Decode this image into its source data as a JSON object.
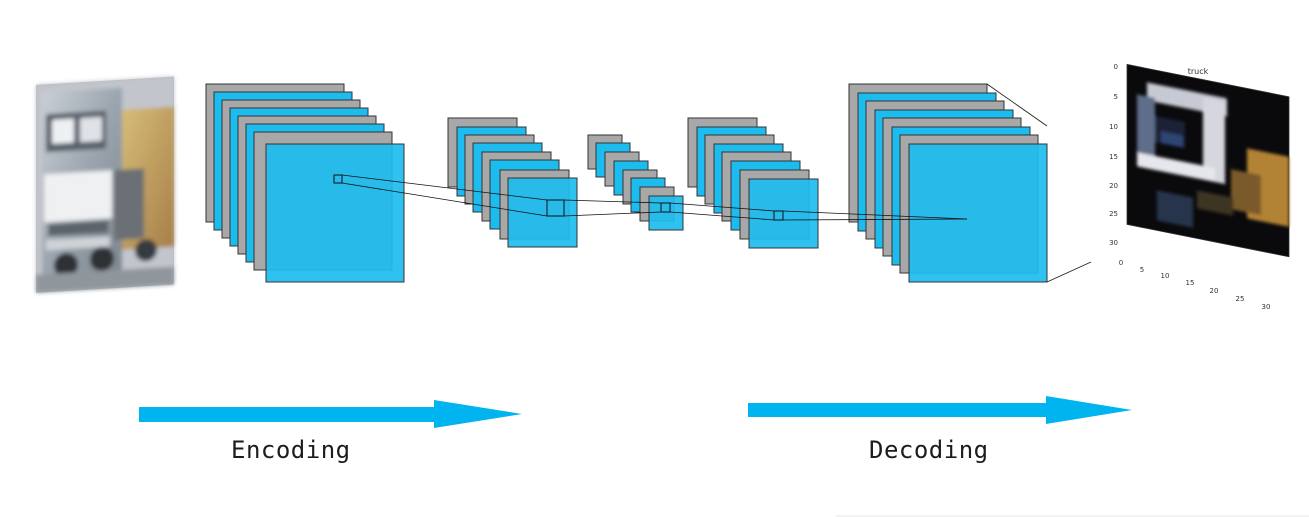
{
  "labels": {
    "encoding": "Encoding",
    "decoding": "Decoding"
  },
  "colors": {
    "feature_map_blue": "#1dbcef",
    "feature_map_gray": "#a8a8a8",
    "arrow_blue": "#00b4ef"
  },
  "input_image": {
    "subject": "truck photo"
  },
  "output_plot": {
    "title": "truck",
    "y_ticks": [
      "0",
      "5",
      "10",
      "15",
      "20",
      "25",
      "30"
    ],
    "x_ticks": [
      "0",
      "5",
      "10",
      "15",
      "20",
      "25",
      "30"
    ]
  }
}
